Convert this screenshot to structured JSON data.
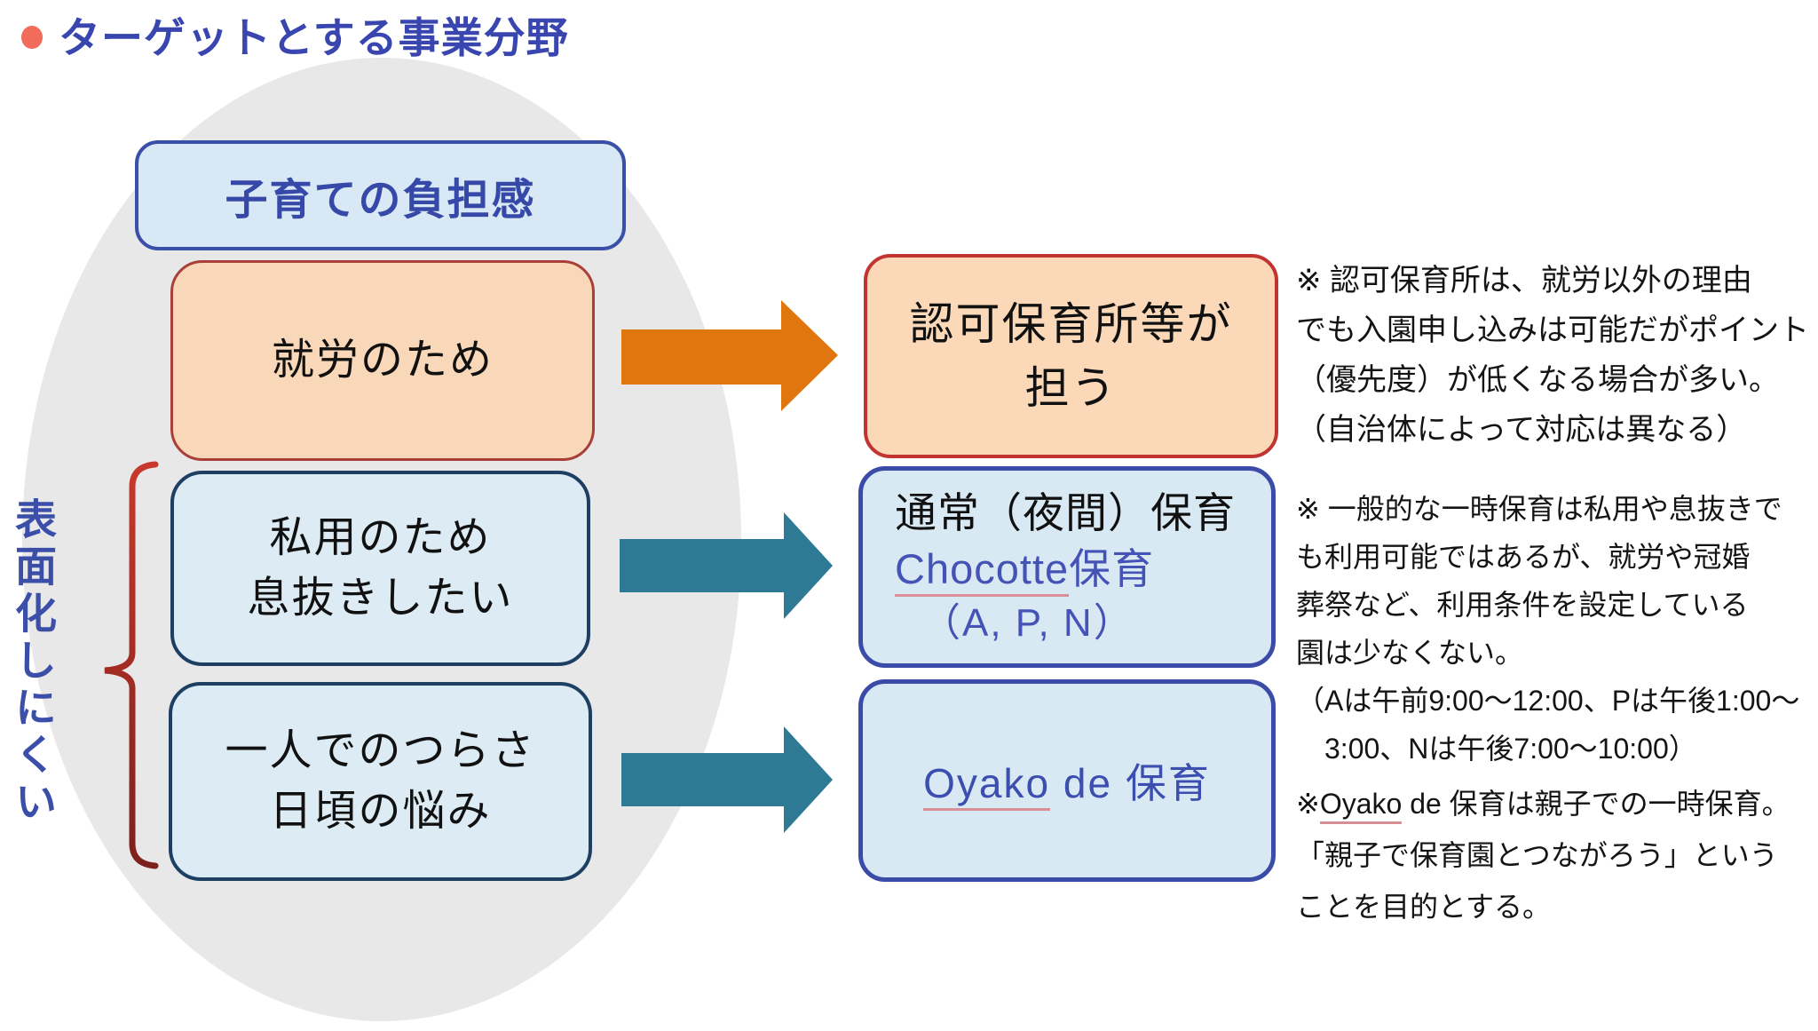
{
  "title": {
    "text": "ターゲットとする事業分野",
    "bullet_color": "#f26b5b",
    "text_color": "#3946b0"
  },
  "left_column": {
    "header_box": {
      "label": "子育ての負担感"
    },
    "work_box": {
      "label": "就労のため"
    },
    "private_box": {
      "lines": [
        "私用のため",
        "息抜きしたい"
      ]
    },
    "alone_box": {
      "lines": [
        "一人でのつらさ",
        "日頃の悩み"
      ]
    },
    "side_label": "表面化しにくい",
    "brace_color_top": "#c8382c",
    "brace_color_bottom": "#7e211c",
    "ellipse_color": "#e9e8e9"
  },
  "arrows": [
    {
      "name": "work-to-licensed",
      "color": "#e0760e"
    },
    {
      "name": "private-to-chocotte",
      "color": "#2e7a95"
    },
    {
      "name": "alone-to-oyako",
      "color": "#2e7a95"
    }
  ],
  "right_column": {
    "licensed_box": {
      "lines": [
        "認可保育所等が",
        "担う"
      ]
    },
    "chocotte_box": {
      "line1": "通常（夜間）保育",
      "line2_underlined": "Chocotte",
      "line2_rest": "保育",
      "line3": "（A, P, N）"
    },
    "oyako_box": {
      "underlined": "Oyako",
      "rest": " de 保育"
    }
  },
  "notes": [
    {
      "lines": [
        "※ 認可保育所は、就労以外の理由",
        "でも入園申し込みは可能だがポイント",
        "（優先度）が低くなる場合が多い。",
        "（自治体によって対応は異なる）"
      ]
    },
    {
      "lines": [
        "※ 一般的な一時保育は私用や息抜きで",
        "も利用可能ではあるが、就労や冠婚",
        "葬祭など、利用条件を設定している",
        "園は少なくない。",
        "（Aは午前9:00～12:00、Pは午後1:00～",
        "　3:00、Nは午後7:00～10:00）"
      ]
    },
    {
      "line1_prefix": "※",
      "line1_underlined": "Oyako",
      "line1_rest": " de 保育は親子での一時保育。",
      "lines": [
        "「親子で保育園とつながろう」という",
        "ことを目的とする。"
      ]
    }
  ]
}
